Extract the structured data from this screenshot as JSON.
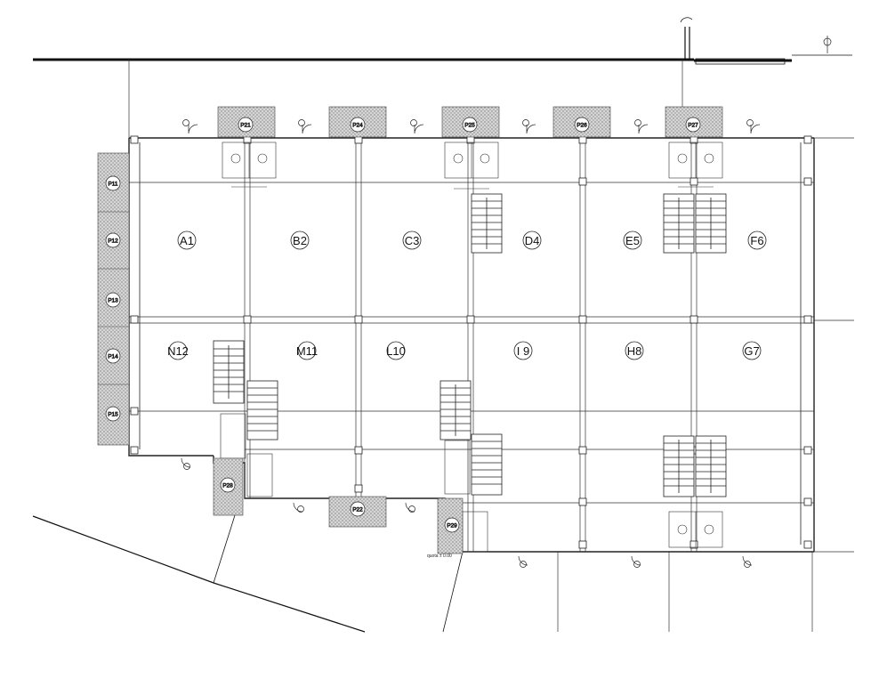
{
  "units": [
    "A1",
    "B2",
    "C3",
    "D4",
    "E5",
    "F6",
    "N12",
    "M11",
    "L10",
    "I 9",
    "H8",
    "G7"
  ],
  "parking": [
    "P11",
    "P12",
    "P13",
    "P14",
    "P15",
    "P21",
    "P24",
    "P25",
    "P26",
    "P27",
    "P28",
    "P22",
    "P29"
  ],
  "note": "quota ± 0.00",
  "colors": {
    "line": "#222222",
    "hatch": "#7a7a7a",
    "fill": "#ffffff"
  }
}
